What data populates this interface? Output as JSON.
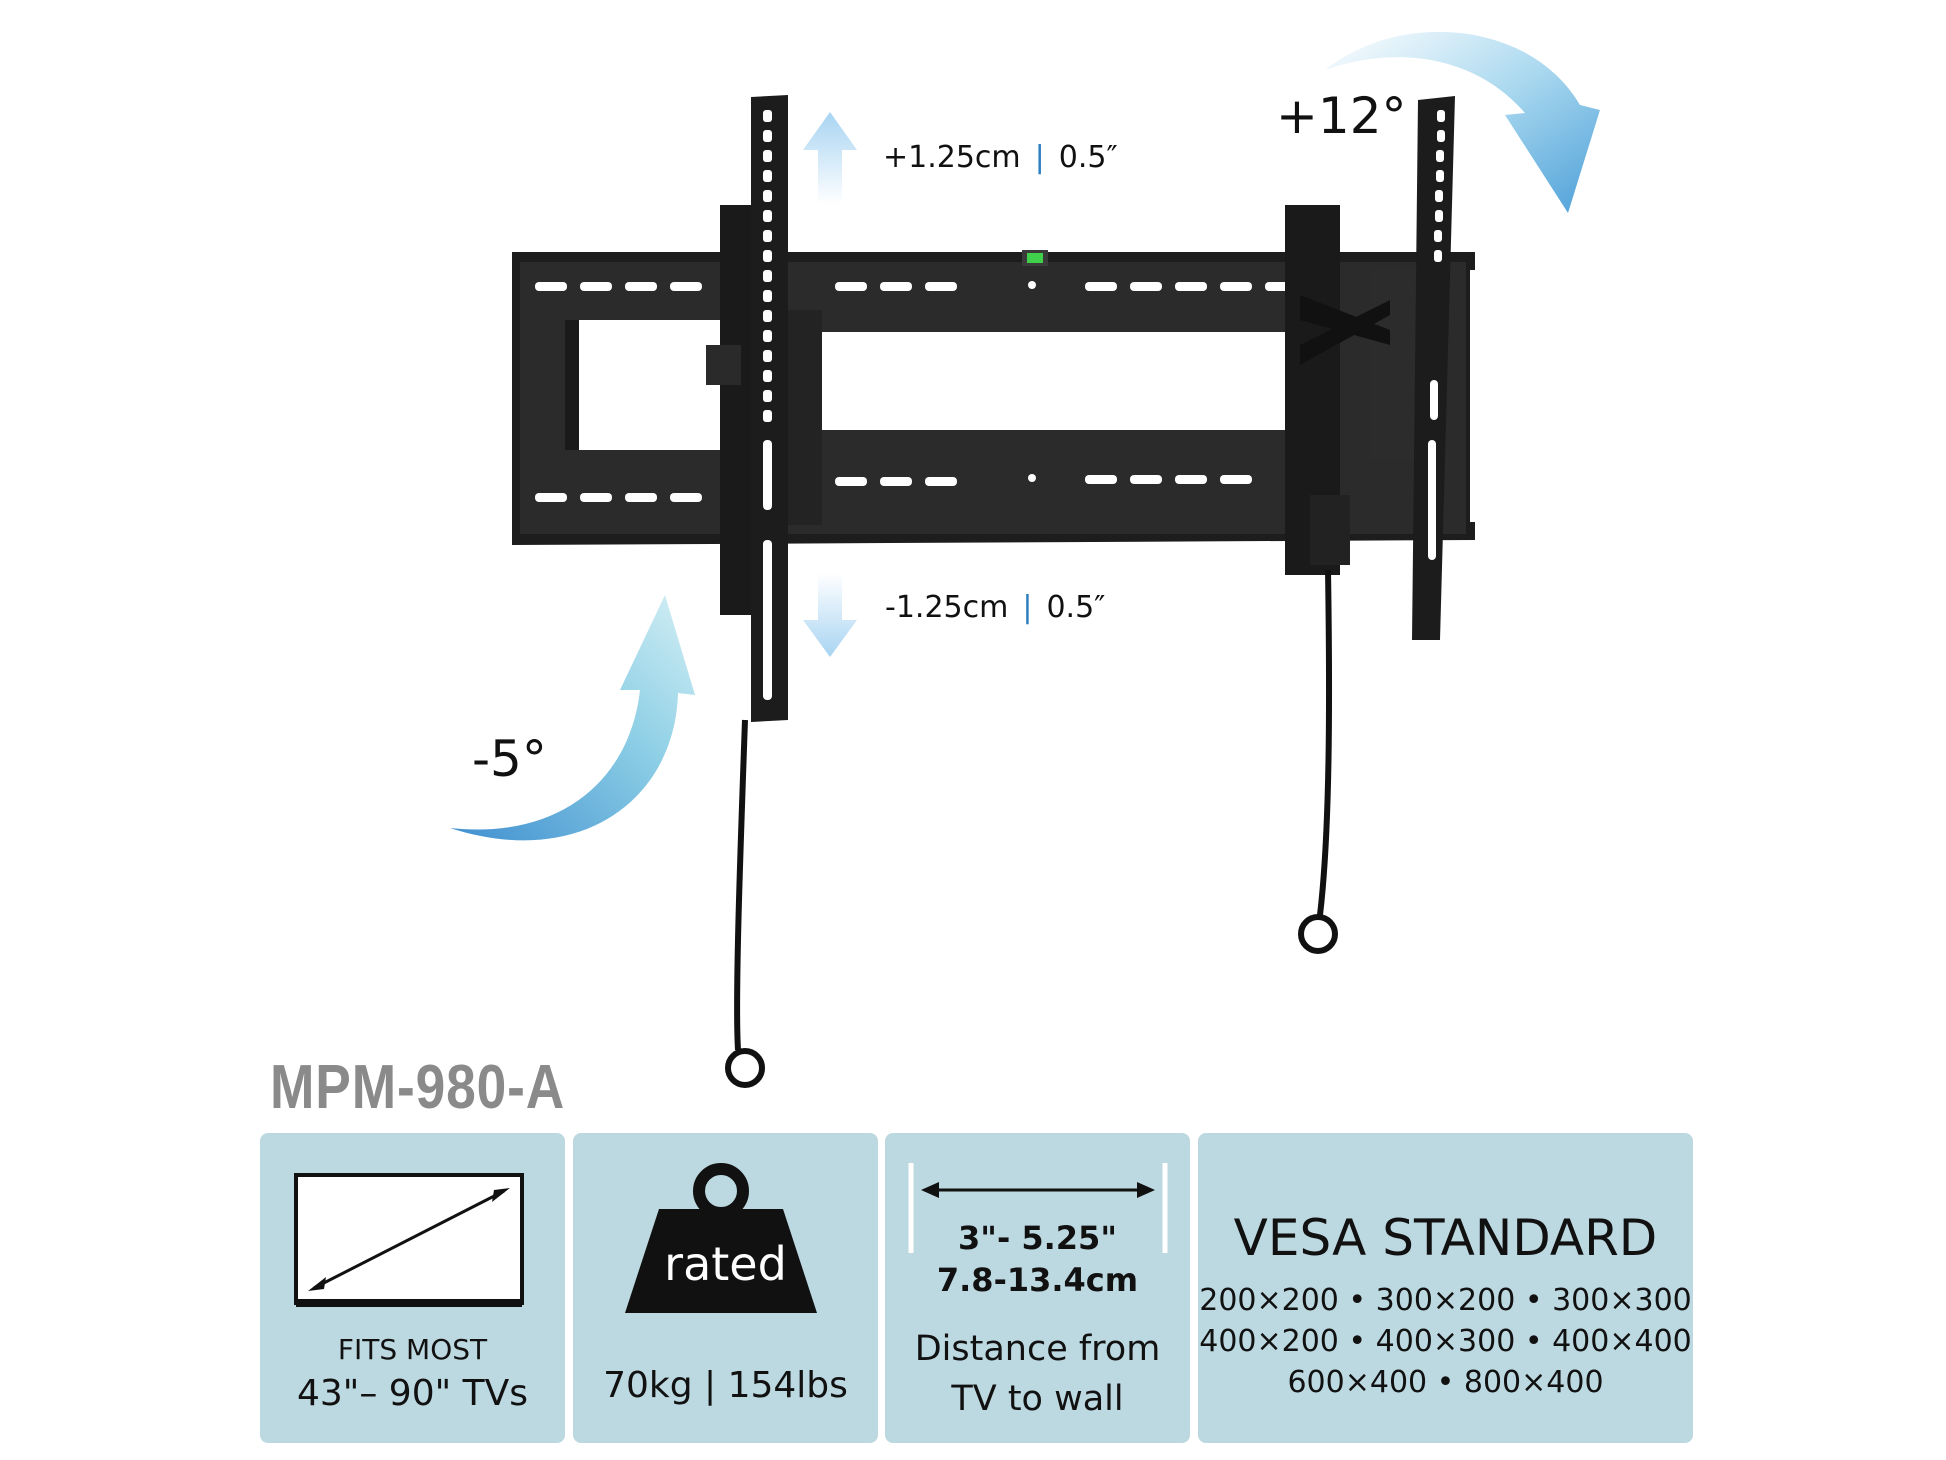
{
  "adjustments": {
    "height_up": {
      "metric": "+1.25cm",
      "imperial": "0.5″"
    },
    "height_down": {
      "metric": "-1.25cm",
      "imperial": "0.5″"
    },
    "tilt_forward": "+12°",
    "tilt_back": "-5°"
  },
  "model": "MPM-980-A",
  "specs": {
    "size": {
      "line1": "FITS MOST",
      "line2": "43\"– 90\"  TVs"
    },
    "weight": {
      "badge": "rated",
      "value_metric": "70kg",
      "value_imperial": "154lbs"
    },
    "distance": {
      "imperial": "3\"- 5.25\"",
      "metric": "7.8-13.4cm",
      "line1": "Distance from",
      "line2": "TV to wall"
    },
    "vesa": {
      "title": "VESA STANDARD",
      "row1": "200×200 • 300×200 • 300×300",
      "row2": "400×200 • 400×300 • 400×400",
      "row3": "600×400 • 800×400"
    }
  },
  "colors": {
    "card": "#bcd8e0",
    "model": "#8a8a8a",
    "accent": "#2e7fbf",
    "arrow": "#6fb3e0"
  }
}
